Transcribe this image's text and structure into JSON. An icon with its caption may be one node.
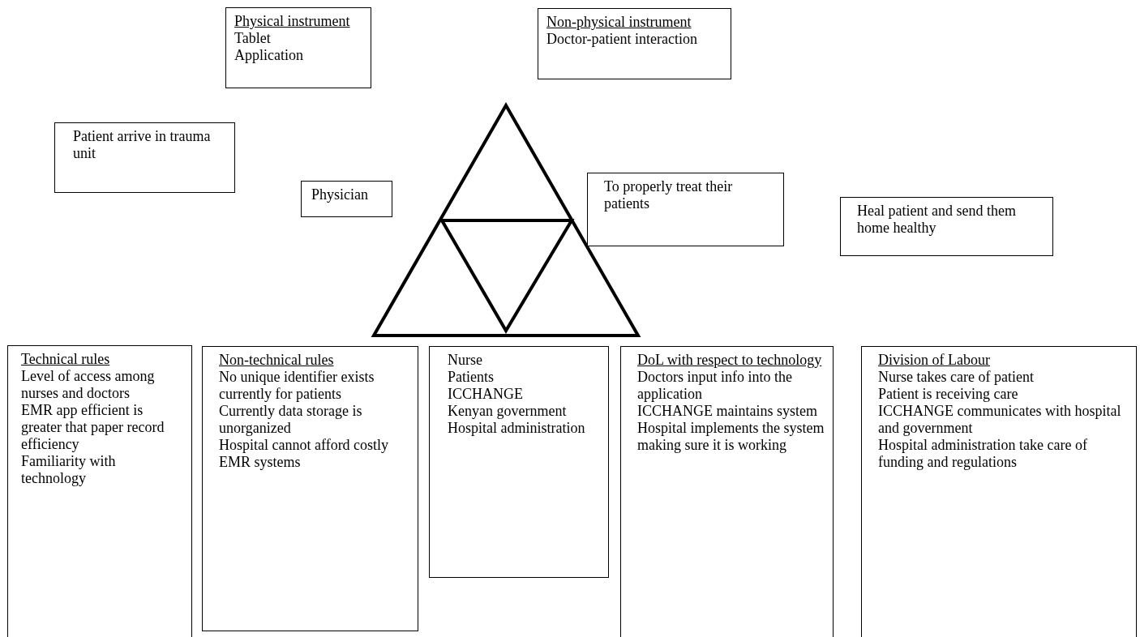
{
  "diagram": {
    "nodes": [
      {
        "text": [
          "Physical instrument",
          "Tablet",
          "Application"
        ]
      },
      {
        "text": [
          "Non-physical instrument",
          "Doctor-patient interaction"
        ]
      },
      {
        "text": [
          "Patient arrive in trauma unit"
        ]
      },
      {
        "text": [
          "Physician"
        ]
      },
      {
        "text": [
          "To properly treat their patients"
        ]
      },
      {
        "text": [
          "Heal patient and send them home healthy"
        ]
      },
      {
        "text": [
          "Technical rules",
          "Level of access among nurses and doctors",
          "EMR app efficient is greater that paper record efficiency",
          "Familiarity with technology"
        ]
      },
      {
        "text": [
          "Non-technical rules",
          "No unique identifier exists currently for patients",
          "Currently data storage is unorganized",
          "Hospital cannot afford costly EMR systems"
        ]
      },
      {
        "text": [
          "Nurse",
          "Patients",
          "ICCHANGE",
          "Kenyan government",
          "Hospital administration"
        ]
      },
      {
        "text": [
          "DoL with respect to technology",
          "Doctors input info into the application",
          "ICCHANGE maintains system",
          "Hospital implements the system making sure it is working"
        ]
      },
      {
        "text": [
          "Division of Labour",
          "Nurse takes care of patient",
          "Patient is receiving care",
          "ICCHANGE communicates with hospital and government",
          "Hospital administration take care of funding and regulations"
        ]
      }
    ],
    "edges": []
  }
}
